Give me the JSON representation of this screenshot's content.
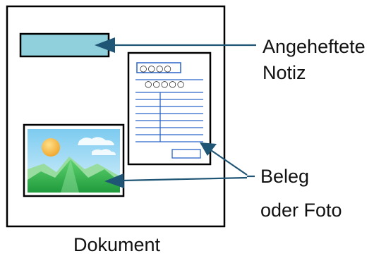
{
  "labels": {
    "note_line1": "Angeheftete",
    "note_line2": "Notiz",
    "receipt_line1": "Beleg",
    "receipt_line2": "oder Foto",
    "document": "Dokument"
  },
  "receipt": {
    "header_marks": "○○○○",
    "subheader_marks": "○○○○○"
  },
  "colors": {
    "outline": "#000000",
    "note_fill": "#8fd0dc",
    "arrow": "#1f5575",
    "receipt_lines": "#2a63c9",
    "sky": "#8fd3f2",
    "sun": "#f2b43a",
    "hills": "#2bb54a"
  }
}
